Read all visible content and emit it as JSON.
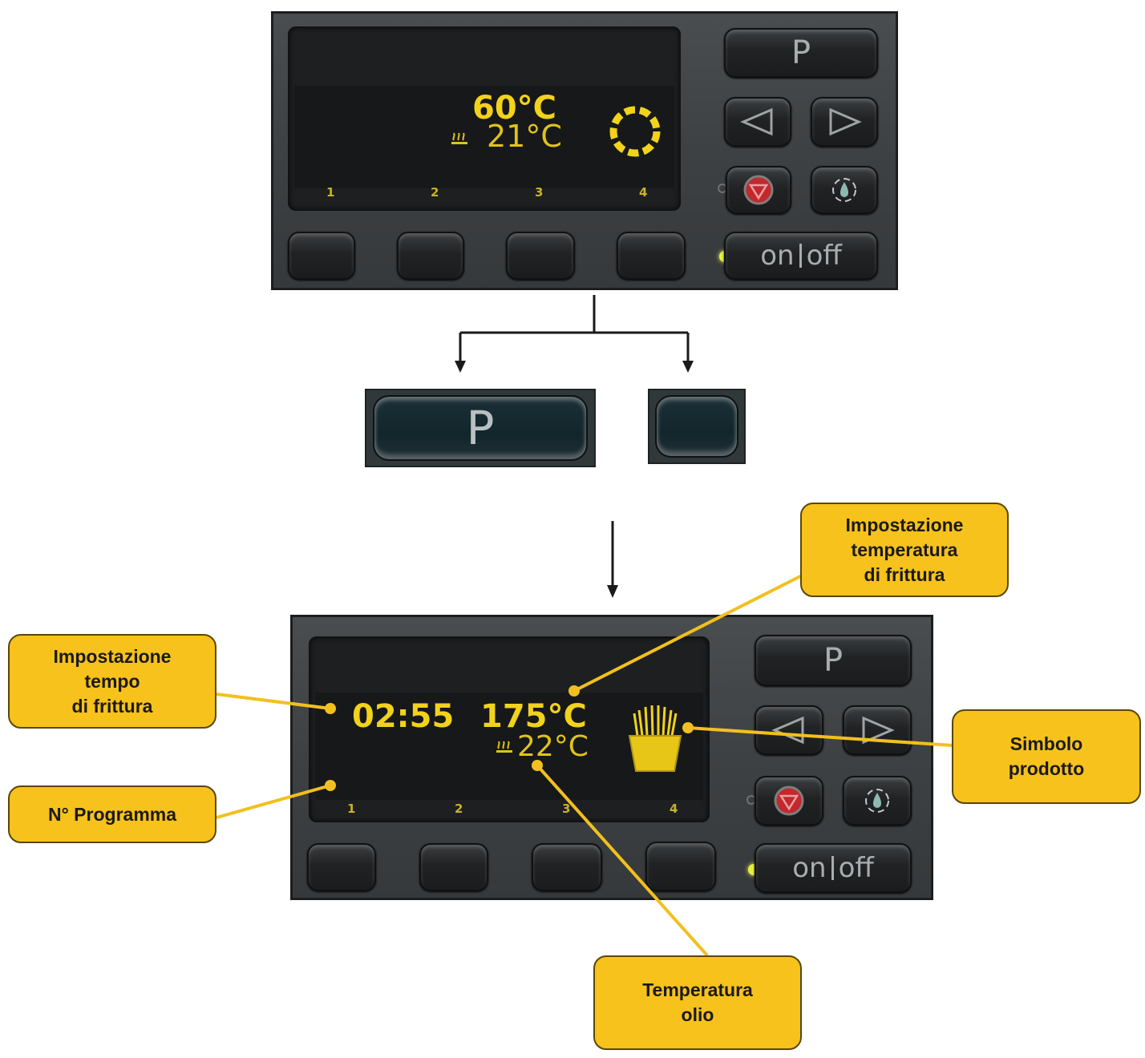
{
  "top_panel": {
    "display": {
      "set_temperature": "60°C",
      "oil_temperature": "21°C",
      "program_numbers": [
        "1",
        "2",
        "3",
        "4"
      ]
    },
    "keys": {
      "program_key": "P",
      "onoff_on": "on",
      "onoff_off": "off"
    }
  },
  "zoom_keys": {
    "program_key": "P"
  },
  "bottom_panel": {
    "display": {
      "frying_time": "02:55",
      "set_temperature": "175°C",
      "oil_temperature": "22°C",
      "program_numbers": [
        "1",
        "2",
        "3",
        "4"
      ]
    },
    "keys": {
      "program_key": "P",
      "onoff_on": "on",
      "onoff_off": "off"
    }
  },
  "callouts": {
    "frying_temp_setting": [
      "Impostazione",
      "temperatura",
      "di frittura"
    ],
    "frying_time_setting": [
      "Impostazione",
      "tempo",
      "di frittura"
    ],
    "program_number": [
      "N° Programma"
    ],
    "product_symbol": [
      "Simbolo",
      "prodotto"
    ],
    "oil_temperature": [
      "Temperatura",
      "olio"
    ]
  },
  "colors": {
    "callout_fill": "#f7c21b",
    "leader_line": "#f2c01e",
    "display_text": "#f2d21a",
    "led_on": "#e6f03a"
  },
  "icons": {
    "heating": "heating-icon",
    "busy": "busy-ring-icon",
    "product": "fries-icon",
    "left": "left-arrow-icon",
    "right": "right-arrow-icon",
    "drain": "drain-icon",
    "oil": "oil-drop-icon"
  }
}
